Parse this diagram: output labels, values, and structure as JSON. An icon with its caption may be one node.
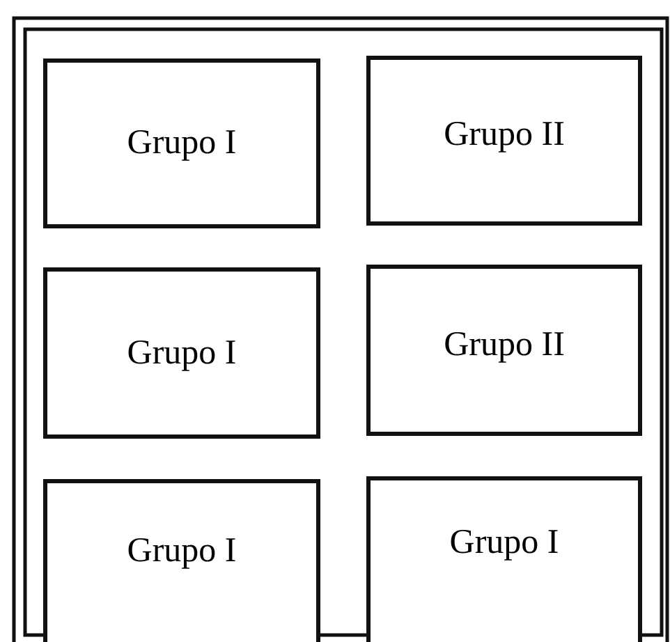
{
  "diagram": {
    "nodes": [
      {
        "text": [
          "Grupo I"
        ]
      },
      {
        "text": [
          "Grupo II"
        ]
      },
      {
        "text": [
          "Grupo I"
        ]
      },
      {
        "text": [
          "Grupo II"
        ]
      },
      {
        "text": [
          "Grupo I"
        ]
      },
      {
        "text": [
          "Grupo I"
        ]
      }
    ]
  }
}
